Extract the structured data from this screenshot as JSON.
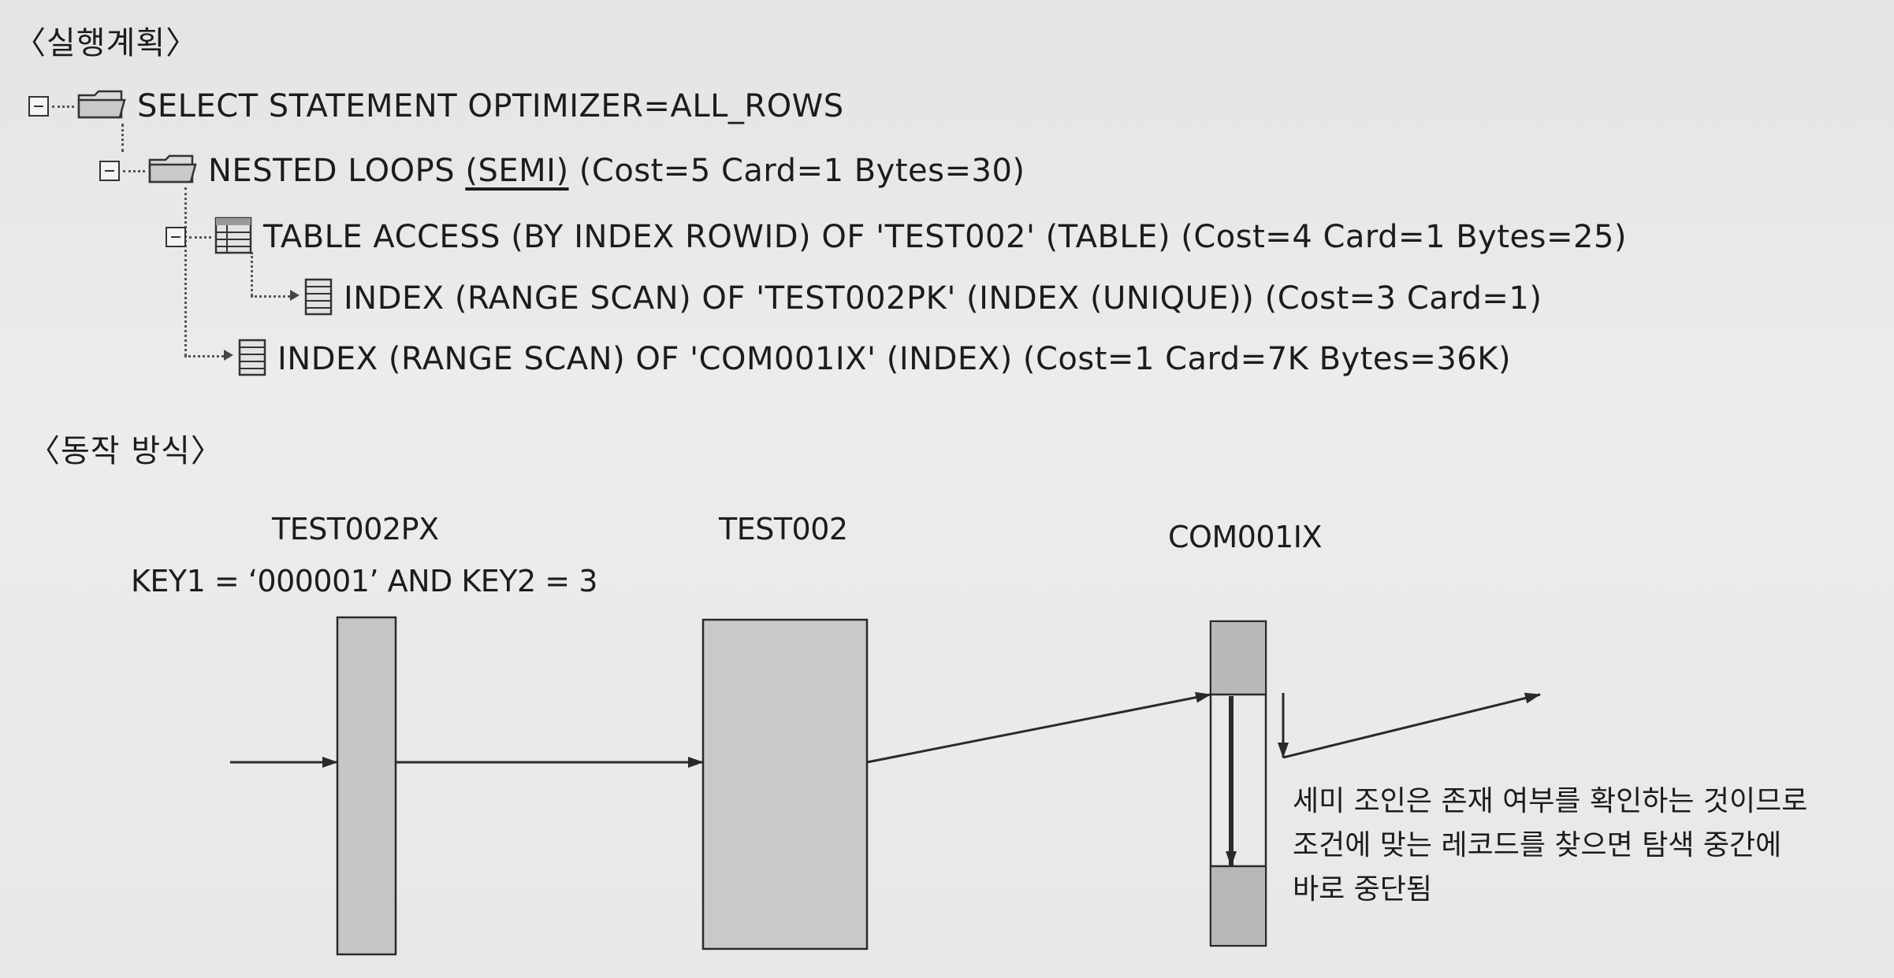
{
  "sections": {
    "plan_title": "〈실행계획〉",
    "action_title": "〈동작 방식〉"
  },
  "plan": {
    "rows": [
      {
        "text": "SELECT STATEMENT OPTIMIZER=ALL_ROWS"
      },
      {
        "pre": "NESTED LOOPS ",
        "highlight": "(SEMI)",
        "post": " (Cost=5 Card=1 Bytes=30)"
      },
      {
        "text": "TABLE ACCESS (BY INDEX ROWID) OF 'TEST002' (TABLE) (Cost=4 Card=1 Bytes=25)"
      },
      {
        "text": "INDEX (RANGE SCAN) OF 'TEST002PK' (INDEX (UNIQUE)) (Cost=3 Card=1)"
      },
      {
        "text": "INDEX (RANGE SCAN) OF 'COM001IX' (INDEX) (Cost=1 Card=7K Bytes=36K)"
      }
    ]
  },
  "diagram": {
    "labels": {
      "test002px": "TEST002PX",
      "condition": "KEY1 = ‘000001’ AND KEY2 = 3",
      "test002": "TEST002",
      "com001ix": "COM001IX"
    },
    "note": {
      "line1": "세미 조인은 존재 여부를 확인하는 것이므로",
      "line2": "조건에 맞는 레코드를 찾으면 탐색 중간에",
      "line3": "바로 중단됨"
    }
  },
  "colors": {
    "bar_fill": "#c6c6c4",
    "bar_highlight": "#b6b6b4",
    "line": "#2a2a2a"
  },
  "icons": {
    "expand_control": "minus-box-icon",
    "folder": "folder-icon",
    "table": "table-icon",
    "index": "index-icon"
  }
}
